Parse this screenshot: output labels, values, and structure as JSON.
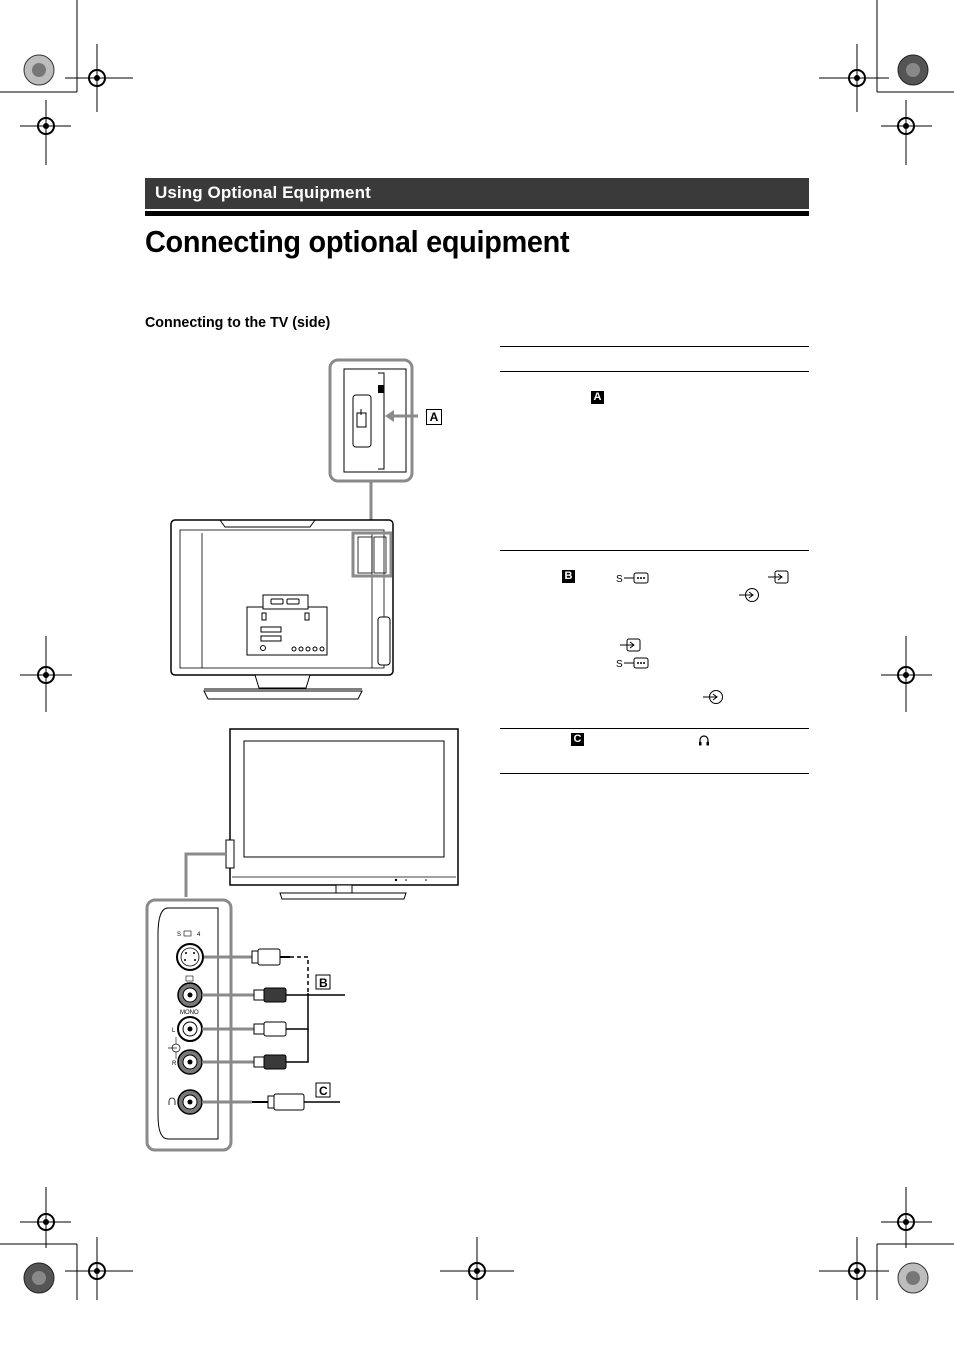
{
  "header": {
    "section_title": "Using Optional Equipment",
    "page_title": "Connecting optional equipment",
    "sub_heading": "Connecting to the TV (side)"
  },
  "callouts": {
    "a": "A",
    "b": "B",
    "c": "C"
  },
  "side_panel": {
    "svideo_label": "S",
    "svideo_number": "4",
    "mono_label": "MONO",
    "left_label": "L",
    "right_label": "R"
  },
  "icons": {
    "svideo_prefix": "S"
  },
  "colors": {
    "section_bar": "#3a3a3a",
    "highlight_frame": "#8a8a8a"
  }
}
